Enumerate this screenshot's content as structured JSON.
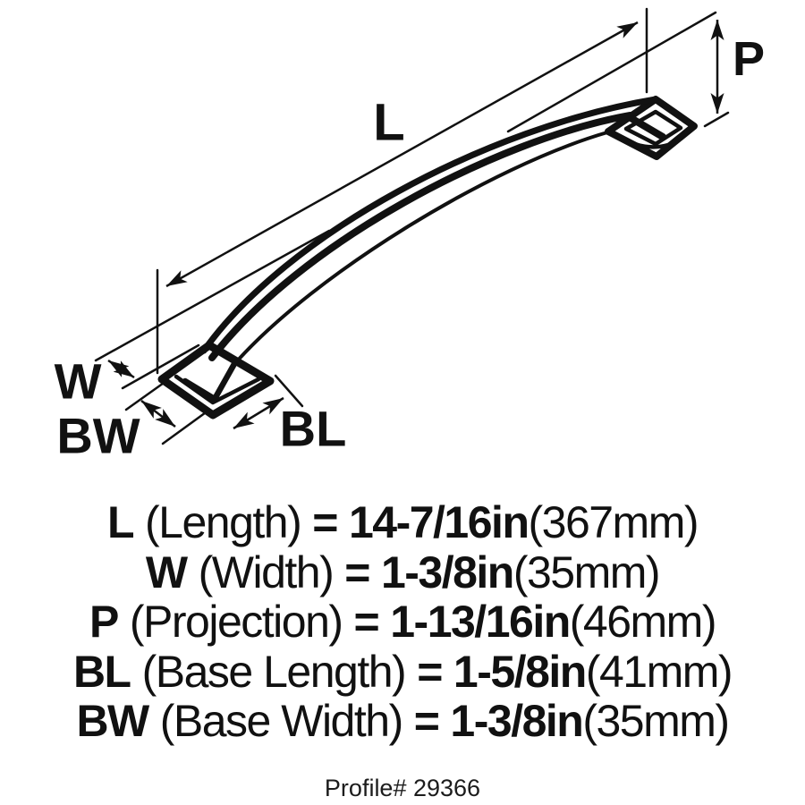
{
  "diagram": {
    "callouts": {
      "length": "L",
      "projection": "P",
      "width": "W",
      "base_width": "BW",
      "base_length": "BL"
    }
  },
  "specs": [
    {
      "symbol": "L",
      "name": "(Length)",
      "equals": "=",
      "imperial": "14-7/16in",
      "metric": "(367mm)"
    },
    {
      "symbol": "W",
      "name": "(Width)",
      "equals": "=",
      "imperial": "1-3/8in",
      "metric": "(35mm)"
    },
    {
      "symbol": "P",
      "name": "(Projection)",
      "equals": "=",
      "imperial": "1-13/16in",
      "metric": "(46mm)"
    },
    {
      "symbol": "BL",
      "name": "(Base Length)",
      "equals": "=",
      "imperial": "1-5/8in",
      "metric": "(41mm)"
    },
    {
      "symbol": "BW",
      "name": "(Base Width)",
      "equals": "=",
      "imperial": "1-3/8in",
      "metric": "(35mm)"
    }
  ],
  "footer": {
    "profile_label": "Profile# 29366"
  },
  "colors": {
    "ink": "#111111",
    "background": "#ffffff"
  }
}
